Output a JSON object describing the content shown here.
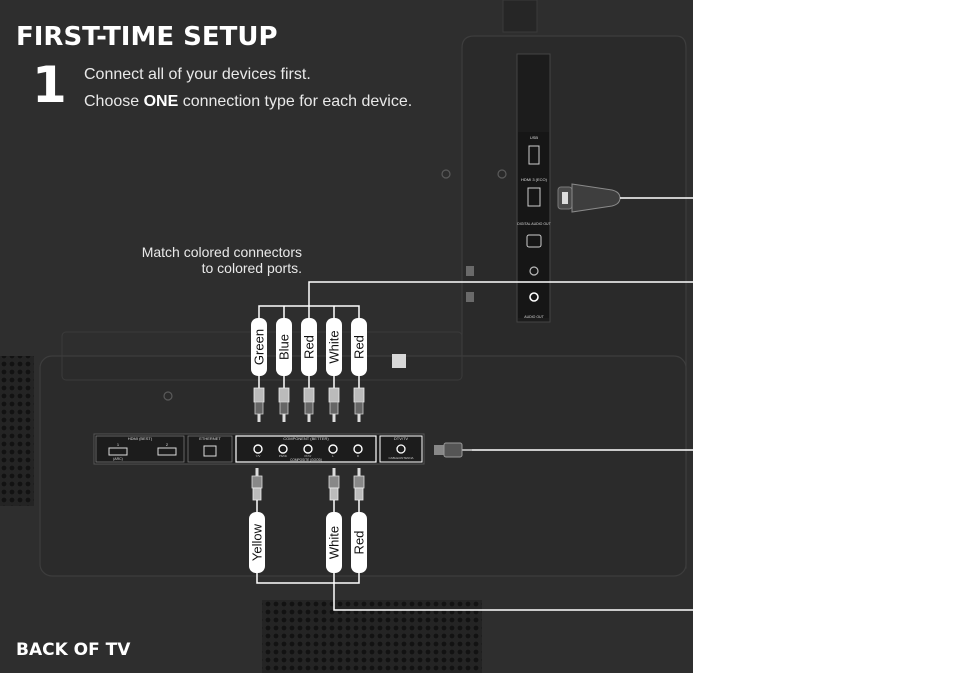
{
  "title": "FIRST-TIME SETUP",
  "step": {
    "number": "1",
    "line1": "Connect all of your devices first.",
    "line2_prefix": "Choose ",
    "line2_bold": "ONE",
    "line2_suffix": " connection type for each device."
  },
  "hint": {
    "line1": "Match colored connectors",
    "line2": "to colored ports."
  },
  "footer": "BACK OF TV",
  "side_panel": {
    "usb": "USB",
    "hdmi": "HDMI 3 (ECO)",
    "optical": "DIGITAL AUDIO OUT",
    "audio_out": "AUDIO OUT"
  },
  "bottom_panel": {
    "hdmi_header": "HDMI (BEST)",
    "hdmi1": "1",
    "hdmi1_sub": "(ARC)",
    "hdmi2": "2",
    "ethernet": "ETHERNET",
    "component_header": "COMPONENT (BETTER)",
    "composite_label": "COMPOSITE (GOOD)",
    "y": "Y/V",
    "pb": "Pb/Cb",
    "pr": "Pr/Cr",
    "l": "L",
    "r": "R",
    "dtv_header": "DTV/TV",
    "cable": "CABLE/ANTENNA"
  },
  "upper_cables": [
    "Green",
    "Blue",
    "Red",
    "White",
    "Red"
  ],
  "lower_cables": [
    "Yellow",
    "White",
    "Red"
  ],
  "colors": {
    "tv_back": "#2d2d2d",
    "panel": "#1d1d1d",
    "port_panel_bg": "#ffffff",
    "text": "#ffffff",
    "line": "#ffffff"
  }
}
